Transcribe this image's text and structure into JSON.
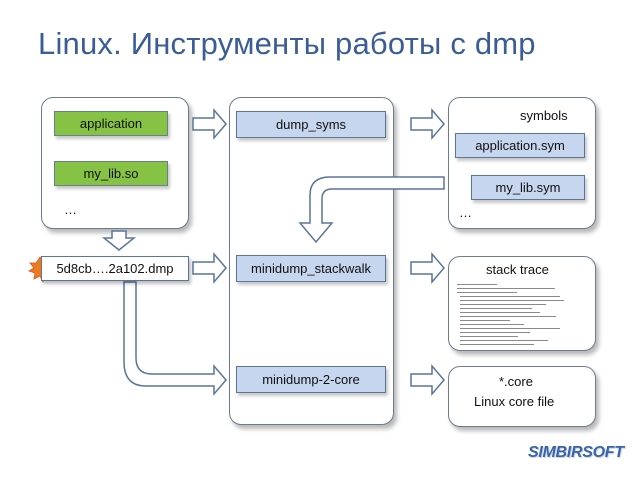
{
  "title": "Linux. Инструменты работы с dmp",
  "left_panel": {
    "items": [
      "application",
      "my_lib.so"
    ],
    "ellipsis": "…"
  },
  "dump_file": "5d8cb….2a102.dmp",
  "tools": {
    "dump_syms": "dump_syms",
    "minidump_stackwalk": "minidump_stackwalk",
    "minidump_2_core": "minidump-2-core"
  },
  "symbols_panel": {
    "label": "symbols",
    "items": [
      "application.sym",
      "my_lib.sym"
    ],
    "ellipsis": "…"
  },
  "stack_trace": {
    "label": "stack trace"
  },
  "core_output": {
    "line1": "*.core",
    "line2": "Linux core file"
  },
  "logo": "SIMBIRSOFT",
  "colors": {
    "title": "#3b5d95",
    "green_box": "#86c244",
    "blue_box": "#c6d6ee",
    "arrow_fill": "#ffffff",
    "arrow_stroke": "#5b7599"
  }
}
